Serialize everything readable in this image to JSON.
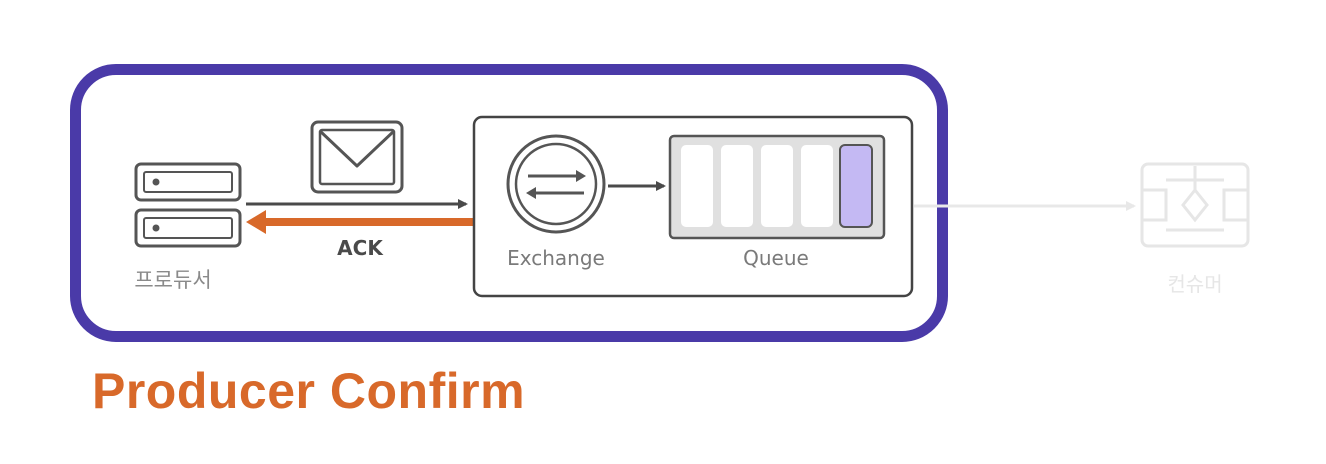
{
  "diagram": {
    "producer_label": "프로듀서",
    "message_icon": "envelope-icon",
    "ack_label": "ACK",
    "exchange_label": "Exchange",
    "queue_label": "Queue",
    "consumer_label": "컨슈머",
    "caption": "Producer Confirm",
    "colors": {
      "frame": "#4a3aa8",
      "ack_arrow": "#d8692a",
      "caption": "#d8692a",
      "queued_message": "#c4b9f3"
    }
  }
}
